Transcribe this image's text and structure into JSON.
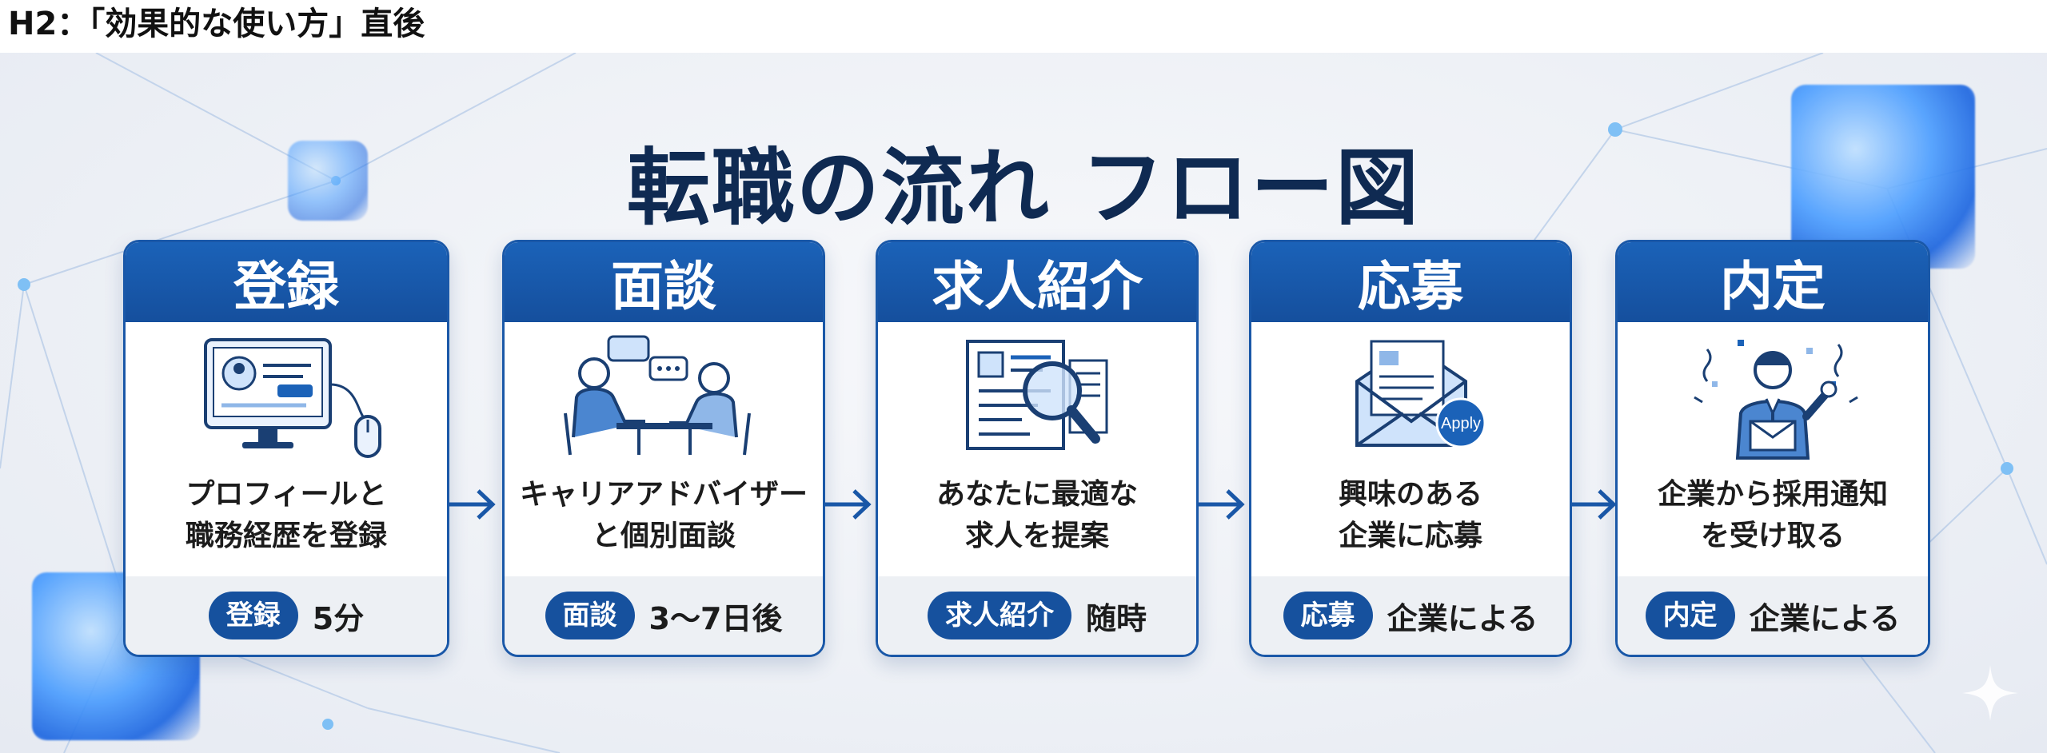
{
  "heading": "H2：「効果的な使い方」直後",
  "title": "転職の流れ フロー図",
  "steps": [
    {
      "head": "登録",
      "desc1": "プロフィールと",
      "desc2": "職務経歴を登録",
      "pill": "登録",
      "time": "5分"
    },
    {
      "head": "面談",
      "desc1": "キャリアアドバイザー",
      "desc2": "と個別面談",
      "pill": "面談",
      "time": "3〜7日後"
    },
    {
      "head": "求人紹介",
      "desc1": "あなたに最適な",
      "desc2": "求人を提案",
      "pill": "求人紹介",
      "time": "随時"
    },
    {
      "head": "応募",
      "desc1": "興味のある",
      "desc2": "企業に応募",
      "pill": "応募",
      "time": "企業による"
    },
    {
      "head": "内定",
      "desc1": "企業から採用通知",
      "desc2": "を受け取る",
      "pill": "内定",
      "time": "企業による"
    }
  ],
  "illust_text": {
    "apply": "Apply"
  },
  "colors": {
    "primary": "#1b62b8",
    "title": "#0f2a52",
    "accent_light": "#cfe3fb"
  }
}
